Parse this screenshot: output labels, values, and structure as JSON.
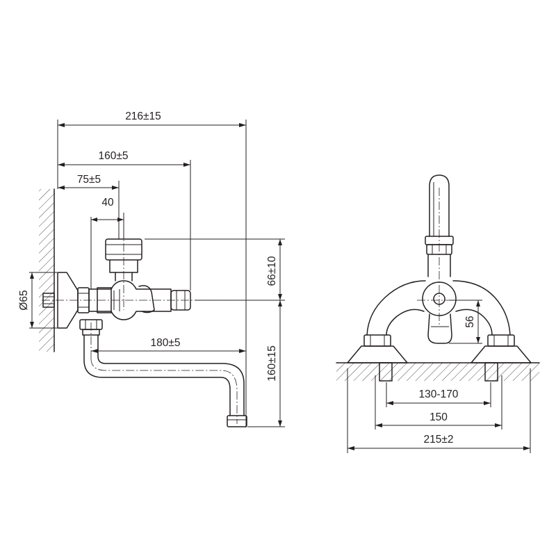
{
  "side_view": {
    "dim_total_depth": "216±15",
    "dim_handle_depth": "160±5",
    "dim_body_depth": "75±5",
    "dim_head_offset": "40",
    "dim_flange_diameter": "Ø65",
    "dim_head_height": "66±10",
    "dim_spout_reach": "180±5",
    "dim_spout_drop": "160±15"
  },
  "front_view": {
    "dim_handle_height": "56",
    "dim_center_adjust": "130-170",
    "dim_center_distance": "150",
    "dim_overall_width": "215±2"
  }
}
